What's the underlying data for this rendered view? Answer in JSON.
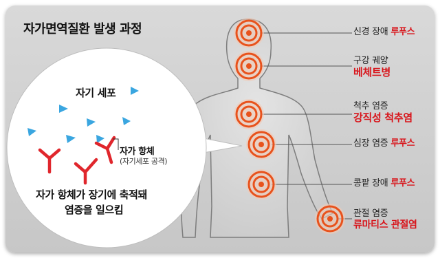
{
  "title": "자가면역질환 발생 과정",
  "inset": {
    "self_cell": "자기 세포",
    "antibody": "자가 항체",
    "antibody_note": "(자기세포 공격)",
    "caption_line1": "자가 항체가 장기에 축적돼",
    "caption_line2": "염증을 일으킴"
  },
  "callouts": [
    {
      "desc": "신경 장애",
      "disease": "루푸스"
    },
    {
      "desc": "구강 궤양",
      "disease": "베체트병"
    },
    {
      "desc": "척추 염증",
      "disease": "강직성 척추염"
    },
    {
      "desc": "심장 염증",
      "disease": "루푸스"
    },
    {
      "desc": "콩팥 장애",
      "disease": "루푸스"
    },
    {
      "desc": "관절 염증",
      "disease": "류마티스 관절염"
    }
  ],
  "colors": {
    "accent": "#d8151b",
    "target": "#e8521c",
    "antibody": "#e0262c",
    "cell_marker": "#3aa6e0"
  }
}
